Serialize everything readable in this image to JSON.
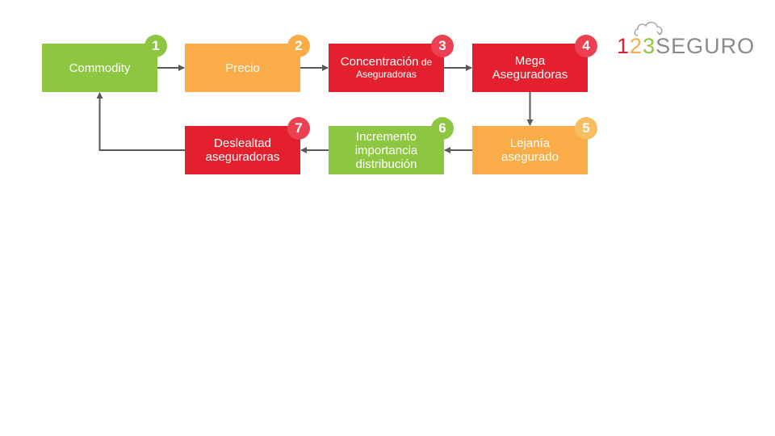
{
  "colors": {
    "green": "#8DC641",
    "orange": "#F9AC47",
    "red": "#E5202E",
    "arrow": "#595959",
    "badge_red": "#EB4153",
    "badge_orange_light": "#F6BE61",
    "logo_grey": "#8A8A8A"
  },
  "nodes": [
    {
      "id": "commodity",
      "badge": "1",
      "line1": "Commodity",
      "line2": "",
      "color": "#8DC641",
      "badge_color": "#8DC641"
    },
    {
      "id": "precio",
      "badge": "2",
      "line1": "Precio",
      "line2": "",
      "color": "#F9AC47",
      "badge_color": "#F9AC47"
    },
    {
      "id": "concentracion",
      "badge": "3",
      "line1": "Concentración",
      "line1_suffix": "de",
      "line2": "Aseguradoras",
      "color": "#E5202E",
      "badge_color": "#EB4153"
    },
    {
      "id": "mega",
      "badge": "4",
      "line1": "Mega",
      "line2": "Aseguradoras",
      "color": "#E5202E",
      "badge_color": "#EB4153"
    },
    {
      "id": "lejania",
      "badge": "5",
      "line1": "Lejanía",
      "line2": "asegurado",
      "color": "#F9AC47",
      "badge_color": "#F6BE61"
    },
    {
      "id": "incremento",
      "badge": "6",
      "line1": "Incremento",
      "line2": "importancia",
      "line3": "distribución",
      "color": "#8DC641",
      "badge_color": "#8DC641"
    },
    {
      "id": "deslealtad",
      "badge": "7",
      "line1": "Deslealtad",
      "line2": "aseguradoras",
      "color": "#E5202E",
      "badge_color": "#EB4153"
    }
  ],
  "edges": [
    {
      "from": "commodity",
      "to": "precio"
    },
    {
      "from": "precio",
      "to": "concentracion"
    },
    {
      "from": "concentracion",
      "to": "mega"
    },
    {
      "from": "mega",
      "to": "lejania"
    },
    {
      "from": "lejania",
      "to": "incremento"
    },
    {
      "from": "incremento",
      "to": "deslealtad"
    },
    {
      "from": "deslealtad",
      "to": "commodity"
    }
  ],
  "logo": {
    "digits": [
      "1",
      "2",
      "3"
    ],
    "digit_colors": [
      "#E5202E",
      "#F9AC47",
      "#8DC641"
    ],
    "word": "SEGURO"
  }
}
